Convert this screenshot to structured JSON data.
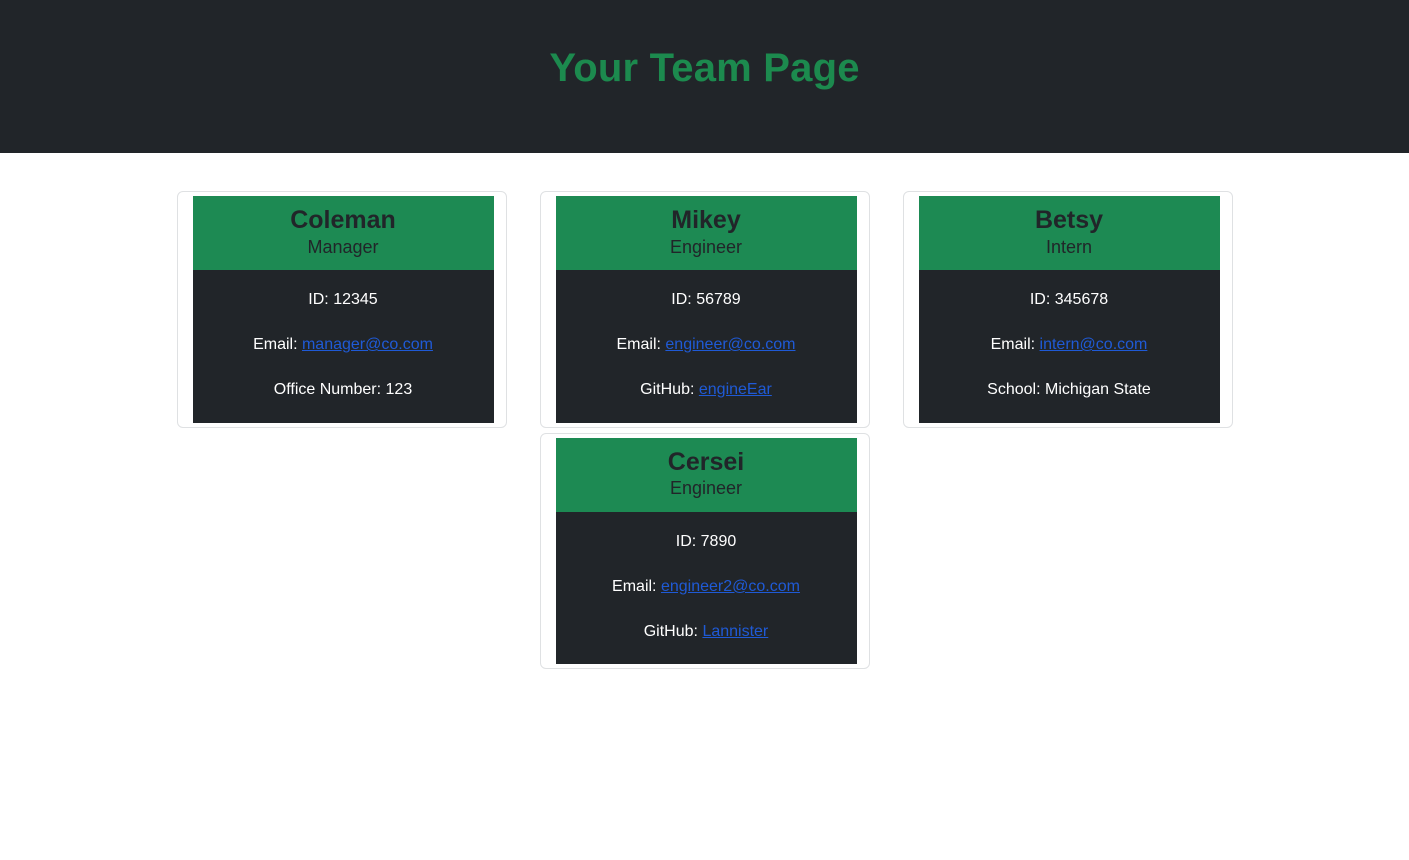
{
  "page": {
    "title": "Your Team Page",
    "title_color": "#1c8a4e",
    "navbar_bg": "#212529",
    "card_header_bg": "#1d8a53",
    "card_body_bg": "#212529",
    "link_color": "#1f5ad6"
  },
  "labels": {
    "id": "ID:",
    "email": "Email:",
    "office": "Office Number:",
    "github": "GitHub:",
    "school": "School:"
  },
  "cards": [
    {
      "name": "Coleman",
      "role": "Manager",
      "id_line": "ID: 12345",
      "email_label": "Email:",
      "email": "manager@co.com",
      "extra_label": "Office Number:",
      "extra_value": "123",
      "extra_is_link": false,
      "extra_line": "Office Number: 123"
    },
    {
      "name": "Mikey",
      "role": "Engineer",
      "id_line": "ID: 56789",
      "email_label": "Email:",
      "email": "engineer@co.com",
      "extra_label": "GitHub:",
      "extra_value": "engineEar",
      "extra_is_link": true,
      "extra_line": "GitHub: engineEar"
    },
    {
      "name": "Betsy",
      "role": "Intern",
      "id_line": "ID: 345678",
      "email_label": "Email:",
      "email": "intern@co.com",
      "extra_label": "School:",
      "extra_value": "Michigan State",
      "extra_is_link": false,
      "extra_line": "School: Michigan State"
    },
    {
      "name": "Cersei",
      "role": "Engineer",
      "id_line": "ID: 7890",
      "email_label": "Email:",
      "email": "engineer2@co.com",
      "extra_label": "GitHub:",
      "extra_value": "Lannister",
      "extra_is_link": true,
      "extra_line": "GitHub: Lannister"
    }
  ]
}
